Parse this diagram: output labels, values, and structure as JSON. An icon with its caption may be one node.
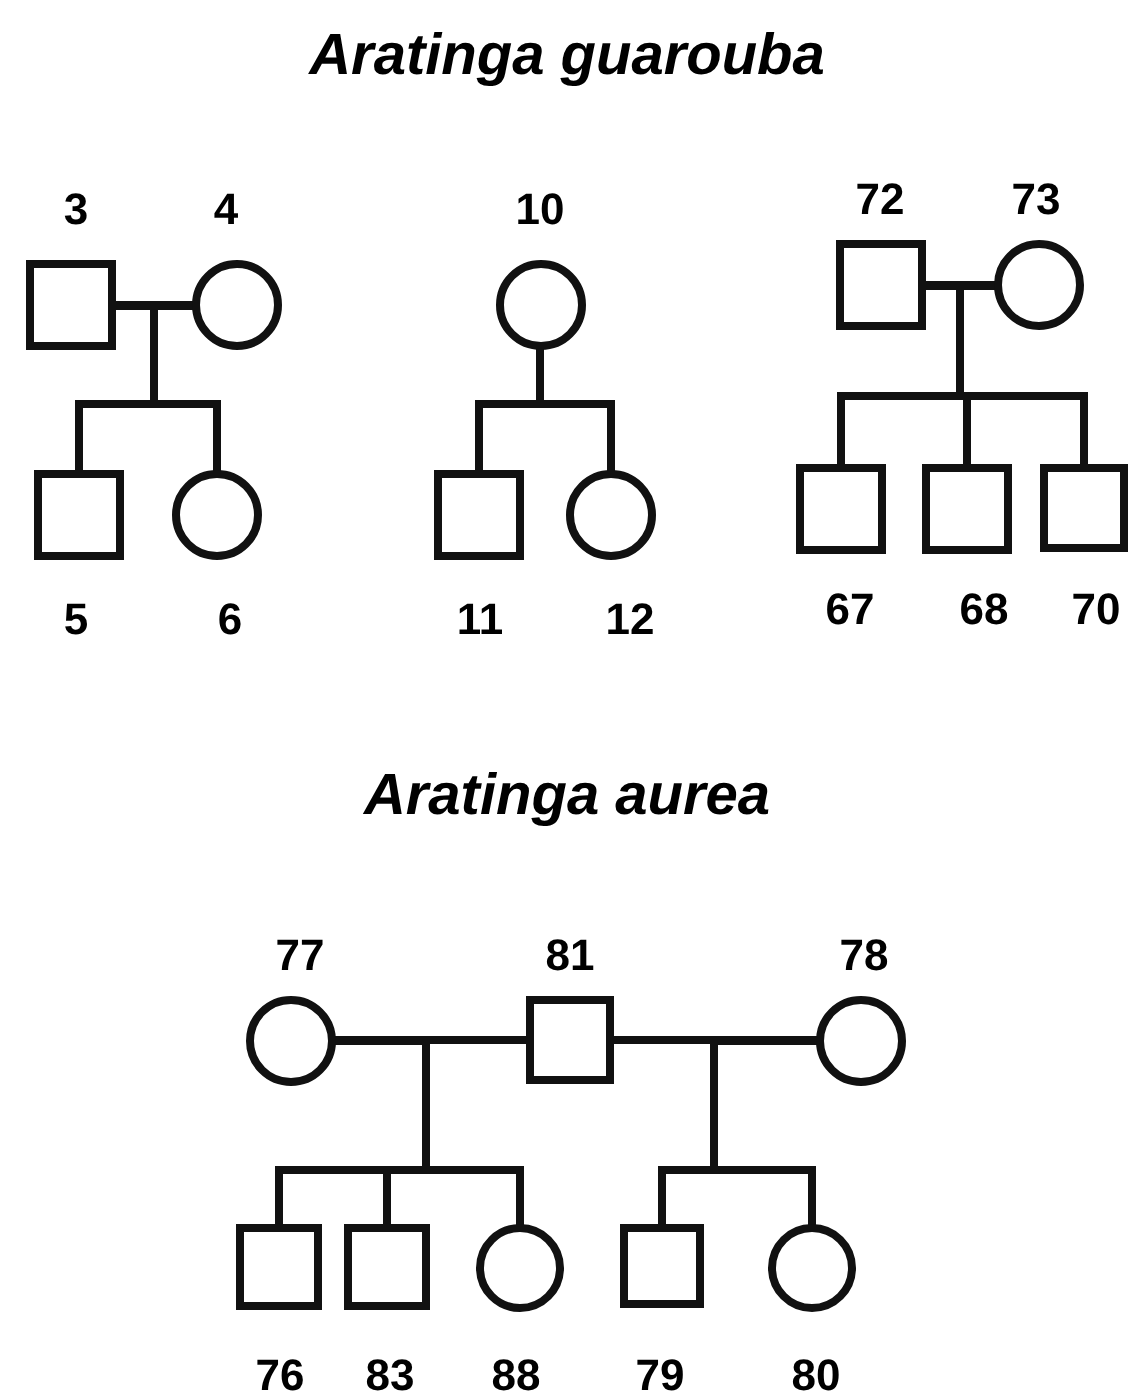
{
  "diagram": {
    "title": "Aratinga guarouba",
    "nodes": [
      {
        "text": [],
        "shape": "box",
        "beside": [
          "3"
        ]
      },
      {
        "text": [],
        "shape": "circle",
        "beside": [
          "4"
        ]
      },
      {
        "text": [],
        "shape": "box",
        "beside": [
          "5"
        ]
      },
      {
        "text": [],
        "shape": "circle",
        "beside": [
          "6"
        ]
      },
      {
        "text": [],
        "shape": "circle",
        "beside": [
          "10"
        ]
      },
      {
        "text": [],
        "shape": "box",
        "beside": [
          "11"
        ]
      },
      {
        "text": [],
        "shape": "circle",
        "beside": [
          "12"
        ]
      },
      {
        "text": [],
        "shape": "box",
        "beside": [
          "72"
        ]
      },
      {
        "text": [],
        "shape": "circle",
        "beside": [
          "73"
        ]
      },
      {
        "text": [],
        "shape": "box",
        "beside": [
          "67"
        ]
      },
      {
        "text": [],
        "shape": "box",
        "beside": [
          "68"
        ]
      },
      {
        "text": [],
        "shape": "box",
        "beside": [
          "70"
        ]
      },
      {
        "text": [],
        "shape": "circle",
        "beside": [
          "77"
        ]
      },
      {
        "text": [],
        "shape": "box",
        "beside": [
          "81"
        ]
      },
      {
        "text": [],
        "shape": "circle",
        "beside": [
          "78"
        ]
      },
      {
        "text": [],
        "shape": "box",
        "beside": [
          "76"
        ]
      },
      {
        "text": [],
        "shape": "box",
        "beside": [
          "83"
        ]
      },
      {
        "text": [],
        "shape": "circle",
        "beside": [
          "88"
        ]
      },
      {
        "text": [],
        "shape": "box",
        "beside": [
          "79"
        ]
      },
      {
        "text": [],
        "shape": "circle",
        "beside": [
          "80"
        ]
      }
    ],
    "edges": [
      {
        "from": 0,
        "to": 1,
        "arrow": "none"
      },
      {
        "from": 0,
        "to": 2,
        "arrow": "none"
      },
      {
        "from": 1,
        "to": 2,
        "arrow": "none"
      },
      {
        "from": 0,
        "to": 3,
        "arrow": "none"
      },
      {
        "from": 1,
        "to": 3,
        "arrow": "none"
      },
      {
        "from": 4,
        "to": 5,
        "arrow": "none"
      },
      {
        "from": 4,
        "to": 6,
        "arrow": "none"
      },
      {
        "from": 7,
        "to": 8,
        "arrow": "none"
      },
      {
        "from": 7,
        "to": 9,
        "arrow": "none"
      },
      {
        "from": 8,
        "to": 9,
        "arrow": "none"
      },
      {
        "from": 7,
        "to": 10,
        "arrow": "none"
      },
      {
        "from": 8,
        "to": 10,
        "arrow": "none"
      },
      {
        "from": 7,
        "to": 11,
        "arrow": "none"
      },
      {
        "from": 8,
        "to": 11,
        "arrow": "none"
      },
      {
        "from": 12,
        "to": 13,
        "arrow": "none"
      },
      {
        "from": 13,
        "to": 14,
        "arrow": "none"
      },
      {
        "from": 12,
        "to": 15,
        "arrow": "none"
      },
      {
        "from": 13,
        "to": 15,
        "arrow": "none"
      },
      {
        "from": 12,
        "to": 16,
        "arrow": "none"
      },
      {
        "from": 13,
        "to": 16,
        "arrow": "none"
      },
      {
        "from": 12,
        "to": 17,
        "arrow": "none"
      },
      {
        "from": 13,
        "to": 17,
        "arrow": "none"
      },
      {
        "from": 13,
        "to": 18,
        "arrow": "none"
      },
      {
        "from": 14,
        "to": 18,
        "arrow": "none"
      },
      {
        "from": 13,
        "to": 19,
        "arrow": "none"
      },
      {
        "from": 14,
        "to": 19,
        "arrow": "none"
      }
    ],
    "labels": [
      "Aratinga aurea"
    ]
  }
}
